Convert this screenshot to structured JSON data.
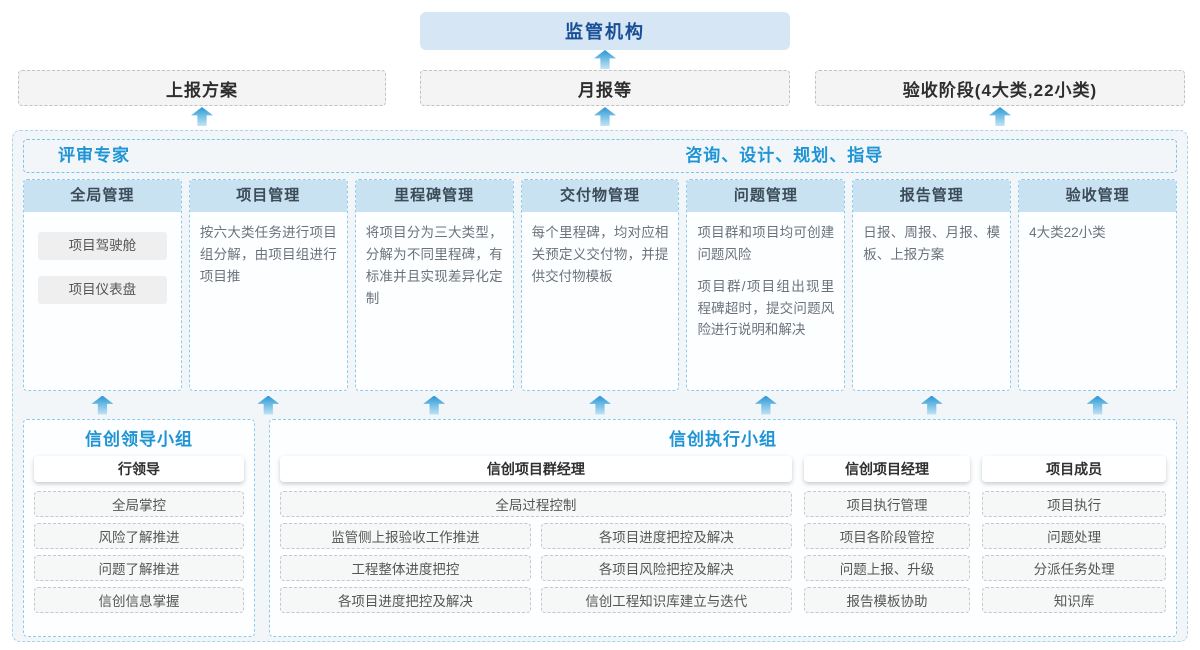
{
  "regulator": {
    "label": "监管机构"
  },
  "outputs": [
    {
      "label": "上报方案"
    },
    {
      "label": "月报等"
    },
    {
      "label": "验收阶段(4大类,22小类)"
    }
  ],
  "platform": {
    "expert_role": "评审专家",
    "advisor_role": "咨询、设计、规划、指导",
    "columns": [
      {
        "title": "全局管理",
        "items": [
          "项目驾驶舱",
          "项目仪表盘"
        ]
      },
      {
        "title": "项目管理",
        "desc1": "按六大类任务进行项目组分解，由项目组进行项目推"
      },
      {
        "title": "里程碑管理",
        "desc1": "将项目分为三大类型，分解为不同里程碑，有标准并且实现差异化定制"
      },
      {
        "title": "交付物管理",
        "desc1": "每个里程碑，均对应相关预定义交付物，并提供交付物模板"
      },
      {
        "title": "问题管理",
        "desc1": "项目群和项目均可创建问题风险",
        "desc2": "项目群/项目组出现里程碑超时，提交问题风险进行说明和解决"
      },
      {
        "title": "报告管理",
        "desc1": "日报、周报、月报、模板、上报方案"
      },
      {
        "title": "验收管理",
        "desc1": "4大类22小类"
      }
    ]
  },
  "teams": {
    "leader_group": {
      "title": "信创领导小组",
      "role": "行领导",
      "items": [
        "全局掌控",
        "风险了解推进",
        "问题了解推进",
        "信创信息掌握"
      ]
    },
    "exec_group": {
      "title": "信创执行小组",
      "program_manager": {
        "role": "信创项目群经理",
        "wide_item": "全局过程控制",
        "items_left": [
          "监管侧上报验收工作推进",
          "工程整体进度把控",
          "各项目进度把控及解决"
        ],
        "items_right": [
          "各项目进度把控及解决",
          "各项目风险把控及解决",
          "信创工程知识库建立与迭代"
        ]
      },
      "project_manager": {
        "role": "信创项目经理",
        "items": [
          "项目执行管理",
          "项目各阶段管控",
          "问题上报、升级",
          "报告模板协助"
        ]
      },
      "members": {
        "role": "项目成员",
        "items": [
          "项目执行",
          "问题处理",
          "分派任务处理",
          "知识库"
        ]
      }
    }
  },
  "colors": {
    "accent_blue": "#2095d5",
    "dark_blue": "#174e96",
    "regulator_bg": "#d7e6f4",
    "dashed_blue_border": "#8fccec",
    "column_header_bg": "#c9e2f1",
    "arrow_blue": "#2d97d5"
  }
}
